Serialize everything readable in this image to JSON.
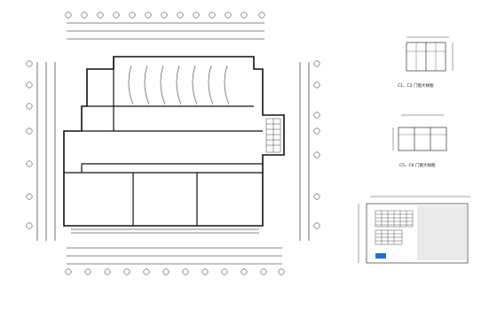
{
  "drawing": {
    "kind": "architectural-cad-sheet",
    "line_color": "#111111",
    "accent_color": "#1e6fd9",
    "background": "#ffffff"
  },
  "plan": {
    "room_labels": [
      "",
      "",
      "",
      "",
      "",
      ""
    ]
  },
  "details": {
    "window_elevation_1_title": "C1、C2 门窗大样图",
    "window_elevation_2_title": "C5、C6 门窗大样图",
    "seating_plan_title": "",
    "overall_dim": ""
  }
}
